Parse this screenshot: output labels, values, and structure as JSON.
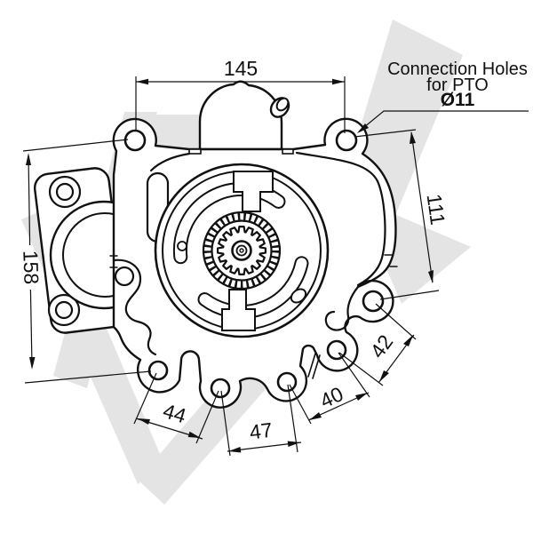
{
  "note": {
    "line1": "Connection Holes",
    "line2": "for PTO",
    "line3": "Ø11"
  },
  "dims": {
    "d145": "145",
    "d158": "158",
    "d111": "111",
    "d44": "44",
    "d47": "47",
    "d40": "40",
    "d42": "42"
  },
  "colors": {
    "line": "#111111",
    "watermark": "#e4e4e4",
    "background": "#ffffff"
  }
}
